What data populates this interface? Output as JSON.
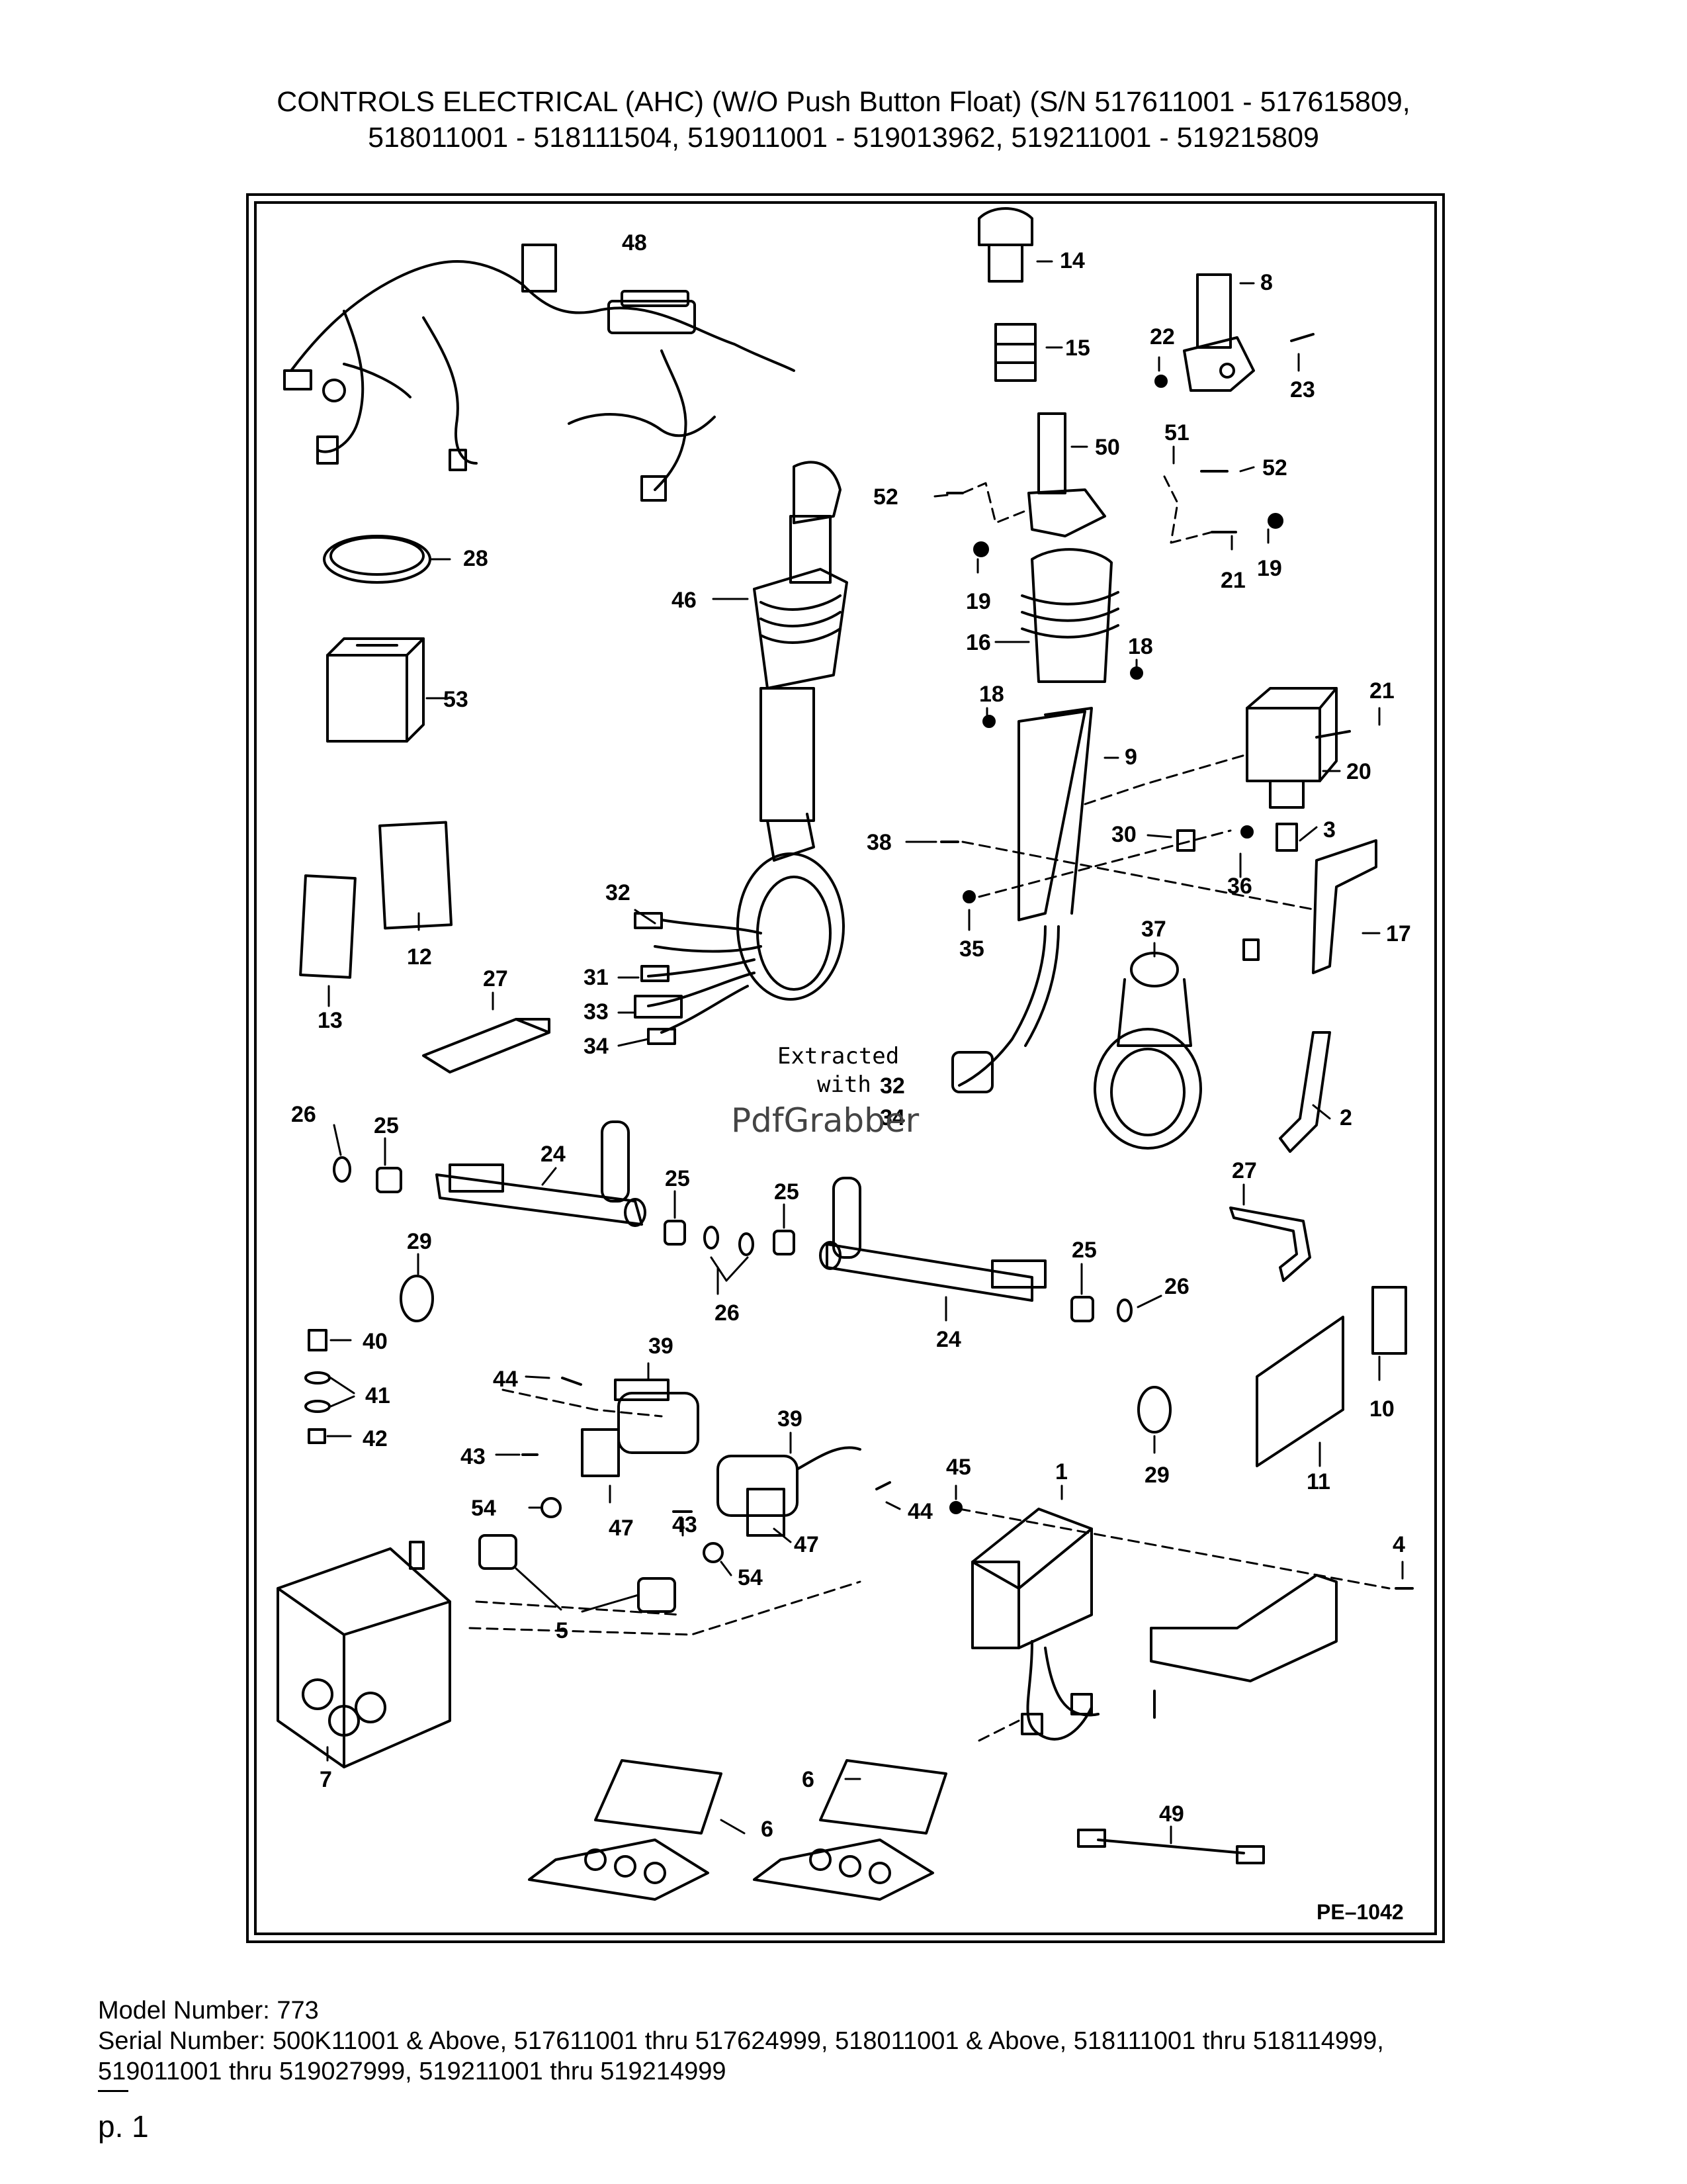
{
  "header": {
    "title_line1": "CONTROLS ELECTRICAL (AHC) (W/O Push Button Float) (S/N 517611001 - 517615809,",
    "title_line2": "518011001 - 518111504, 519011001 - 519013962, 519211001 - 519215809"
  },
  "diagram": {
    "drawing_code": "PE–1042",
    "watermark": {
      "line1": "Extracted",
      "line2": "with",
      "line3": "PdfGrabber"
    },
    "callouts": [
      "48",
      "14",
      "8",
      "15",
      "22",
      "23",
      "50",
      "51",
      "52",
      "52",
      "19",
      "19",
      "21",
      "28",
      "46",
      "16",
      "18",
      "18",
      "53",
      "21",
      "9",
      "20",
      "38",
      "30",
      "3",
      "36",
      "17",
      "35",
      "37",
      "32",
      "12",
      "13",
      "27",
      "31",
      "33",
      "34",
      "32",
      "34",
      "2",
      "26",
      "25",
      "24",
      "25",
      "25",
      "27",
      "29",
      "26",
      "25",
      "26",
      "24",
      "40",
      "39",
      "41",
      "44",
      "42",
      "10",
      "39",
      "43",
      "29",
      "45",
      "1",
      "11",
      "54",
      "47",
      "43",
      "44",
      "47",
      "54",
      "4",
      "5",
      "7",
      "6",
      "6",
      "49"
    ]
  },
  "footer": {
    "model": "Model Number: 773",
    "serial_line1": "Serial Number: 500K11001 & Above, 517611001 thru 517624999, 518011001 & Above, 518111001 thru 518114999,",
    "serial_line2": "519011001 thru 519027999, 519211001 thru 519214999",
    "page": "p. 1"
  }
}
